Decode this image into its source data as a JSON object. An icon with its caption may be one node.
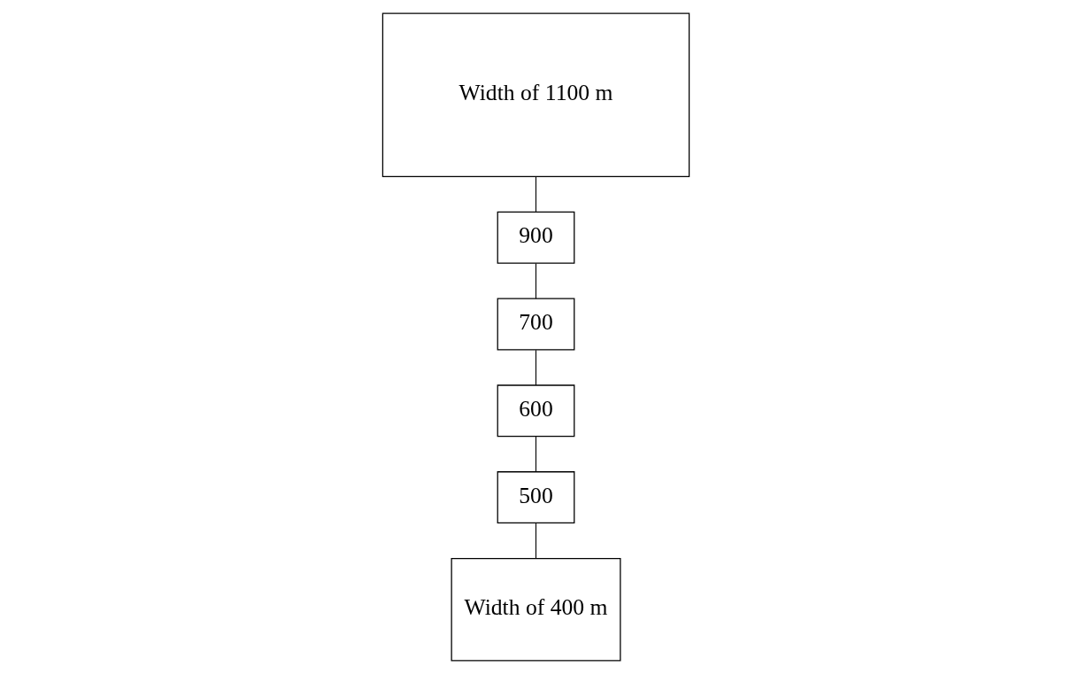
{
  "diagram": {
    "nodes": [
      {
        "text": [
          "Width of 1100 m"
        ]
      },
      {
        "text": [
          "900"
        ]
      },
      {
        "text": [
          "700"
        ]
      },
      {
        "text": [
          "600"
        ]
      },
      {
        "text": [
          "500"
        ]
      },
      {
        "text": [
          "Width of 400 m"
        ]
      }
    ],
    "edges": [
      {
        "from": 5,
        "to": 4,
        "arrow": "none"
      },
      {
        "from": 4,
        "to": 3,
        "arrow": "none"
      },
      {
        "from": 3,
        "to": 2,
        "arrow": "none"
      },
      {
        "from": 2,
        "to": 1,
        "arrow": "none"
      },
      {
        "from": 1,
        "to": 0,
        "arrow": "none"
      }
    ]
  }
}
